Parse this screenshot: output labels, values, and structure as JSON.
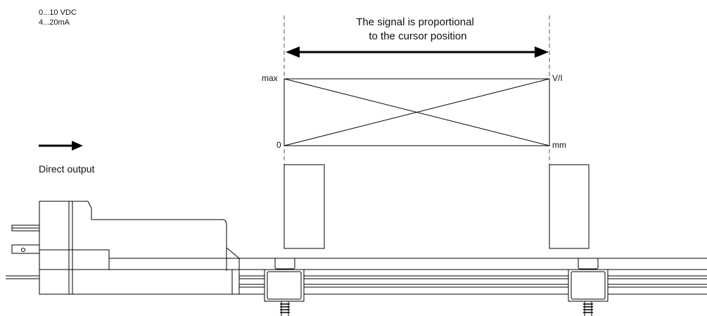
{
  "signal_types": [
    "0...10 VDC",
    "4...20mA"
  ],
  "caption_line1": "The signal is proportional",
  "caption_line2": "to the cursor position",
  "labels": {
    "max": "max",
    "zero": "0",
    "vi": "V/I",
    "mm": "mm"
  },
  "direct_output": "Direct output"
}
